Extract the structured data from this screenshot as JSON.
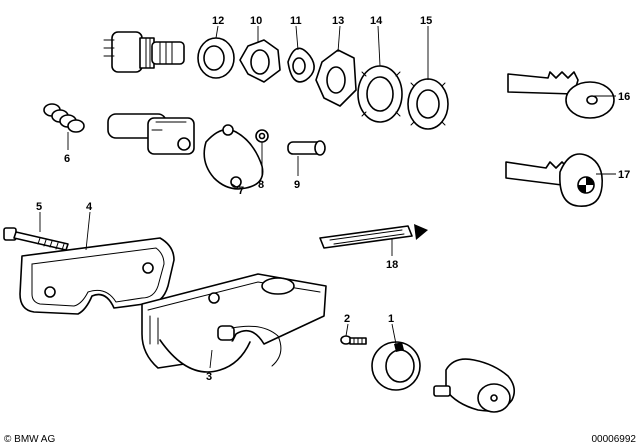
{
  "callouts": {
    "c1": "1",
    "c2": "2",
    "c3": "3",
    "c4": "4",
    "c5": "5",
    "c6": "6",
    "c7": "7",
    "c8": "8",
    "c9": "9",
    "c10": "10",
    "c11": "11",
    "c12": "12",
    "c13": "13",
    "c14": "14",
    "c15": "15",
    "c16": "16",
    "c17": "17",
    "c18": "18"
  },
  "footer": {
    "copyright": "© BMW AG",
    "document_number": "00006992"
  }
}
